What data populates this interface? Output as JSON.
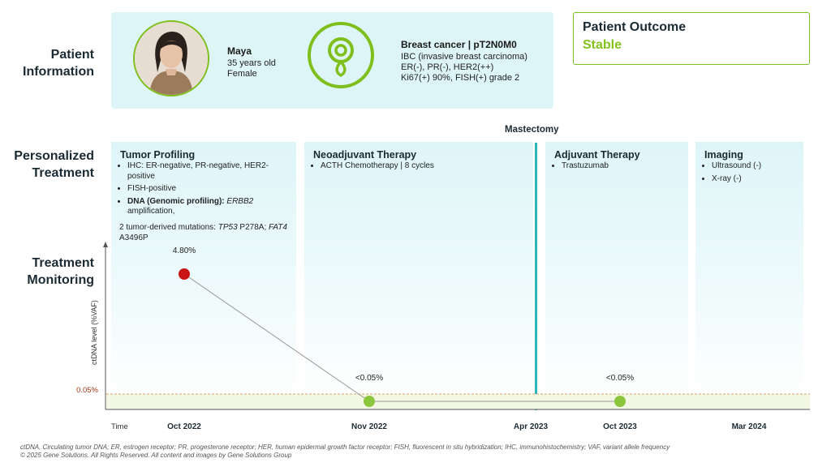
{
  "section_labels": {
    "patient_info": [
      "Patient",
      "Information"
    ],
    "personalized": [
      "Personalized",
      "Treatment"
    ],
    "monitoring": [
      "Treatment",
      "Monitoring"
    ]
  },
  "patient": {
    "name": "Maya",
    "age": "35 years old",
    "sex": "Female"
  },
  "diagnosis": {
    "title": "Breast cancer | pT2N0M0",
    "lines": [
      "IBC (invasive breast carcinoma)",
      "ER(-), PR(-), HER2(++)",
      "Ki67(+) 90%, FISH(+) grade 2"
    ]
  },
  "outcome": {
    "title": "Patient Outcome",
    "value": "Stable"
  },
  "mastectomy": "Mastectomy",
  "columns": {
    "tumor_profiling": {
      "title": "Tumor Profiling",
      "items": [
        "IHC: ER-negative, PR-negative, HER2-positive",
        "FISH-positive"
      ],
      "dna_label": "DNA (Genomic profiling):",
      "dna_gene": "ERBB2",
      "dna_amp": "amplification,",
      "dna_mut_prefix": "2 tumor-derived mutations:",
      "mut1_gene": "TP53",
      "mut1_change": "P278A;",
      "mut2_gene": "FAT4",
      "mut2_change": "A3496P"
    },
    "neoadjuvant": {
      "title": "Neoadjuvant Therapy",
      "items": [
        "ACTH Chemotherapy | 8 cycles"
      ]
    },
    "adjuvant": {
      "title": "Adjuvant Therapy",
      "items": [
        "Trastuzumab"
      ]
    },
    "imaging": {
      "title": "Imaging",
      "items": [
        "Ultrasound (-)",
        "X-ray (-)"
      ]
    }
  },
  "chart_data": {
    "type": "line",
    "ylabel": "ctDNA level (%VAF)",
    "xlabel": "Time",
    "x_ticks": [
      "Oct 2022",
      "Nov 2022",
      "Apr 2023",
      "Oct 2023",
      "Mar 2024"
    ],
    "threshold": {
      "value": 0.05,
      "label": "0.05%"
    },
    "points": [
      {
        "x": "Oct 2022",
        "y": 4.8,
        "label": "4.80%",
        "color": "#c81414"
      },
      {
        "x": "Nov 2022",
        "y": 0.05,
        "label": "<0.05%",
        "color": "#8cc63f"
      },
      {
        "x": "Oct 2023",
        "y": 0.05,
        "label": "<0.05%",
        "color": "#8cc63f"
      }
    ]
  },
  "colors": {
    "accent_green": "#84c21c",
    "panel_teal": "#def5f8",
    "mastectomy_line": "#2ab7bf",
    "positive_point": "#c81414",
    "negative_point": "#8cc63f"
  },
  "footnotes": [
    "ctDNA, Circulating tumor DNA; ER, estrogen receptor; PR, progesterone receptor; HER, human epidermal growth factor receptor; FISH, fluorescent in situ hybridization; IHC, immunohistochemistry; VAF, variant allele frequency",
    "© 2025 Gene Solutions. All Rights Reserved. All content and images by Gene Solutions Group"
  ]
}
